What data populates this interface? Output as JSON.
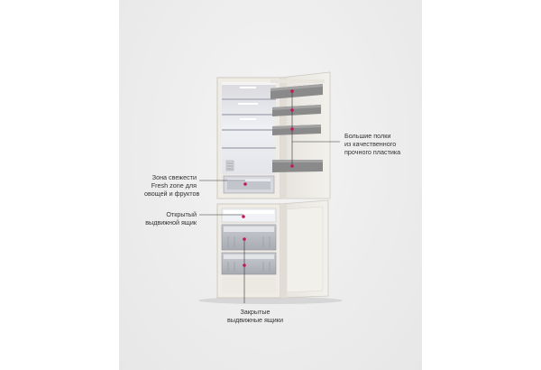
{
  "callouts": {
    "big_shelves": {
      "lines": [
        "Большие полки",
        "из качественного",
        "прочного пластика"
      ]
    },
    "fresh_zone": {
      "lines": [
        "Зона свежести",
        "Fresh zone для",
        "овощей и фруктов"
      ]
    },
    "open_drawer": {
      "lines": [
        "Открытый",
        "выдвижной ящик"
      ]
    },
    "closed_drawers": {
      "lines": [
        "Закрытые",
        "выдвижные ящики"
      ]
    }
  },
  "colors": {
    "accent_marker": "#c2185b",
    "background": "#ededed",
    "fridge_body": "#efece6",
    "door_shelf": "#8a8a8a",
    "interior_light": "#f8f8fb"
  },
  "icons": {
    "marker": "marker-dot-icon"
  }
}
